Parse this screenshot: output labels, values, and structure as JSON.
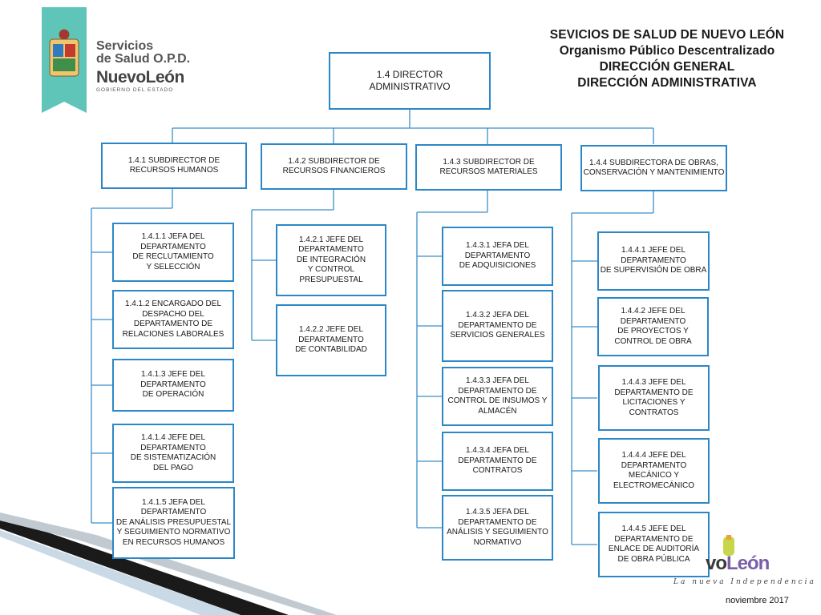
{
  "header": {
    "line1": "SEVICIOS DE SALUD DE NUEVO LEÓN",
    "line2": "Organismo Público Descentralizado",
    "line3": "DIRECCIÓN GENERAL",
    "line4": "DIRECCIÓN ADMINISTRATIVA"
  },
  "logo_top": {
    "line1": "Servicios",
    "line2": "de Salud O.P.D.",
    "line3": "NuevoLeón",
    "line4": "GOBIERNO DEL ESTADO"
  },
  "director": [
    "1.4 DIRECTOR",
    "ADMINISTRATIVO"
  ],
  "subdirectors": [
    [
      "1.4.1 SUBDIRECTOR DE",
      "RECURSOS HUMANOS"
    ],
    [
      "1.4.2 SUBDIRECTOR DE",
      "RECURSOS FINANCIEROS"
    ],
    [
      "1.4.3 SUBDIRECTOR DE",
      "RECURSOS MATERIALES"
    ],
    [
      "1.4.4 SUBDIRECTORA DE OBRAS,",
      "CONSERVACIÓN Y MANTENIMIENTO"
    ]
  ],
  "departments": [
    [
      [
        "1.4.1.1 JEFA DEL",
        "DEPARTAMENTO",
        "DE RECLUTAMIENTO",
        "Y SELECCIÓN"
      ],
      [
        "1.4.1.2 ENCARGADO DEL",
        "DESPACHO DEL",
        "DEPARTAMENTO DE",
        "RELACIONES LABORALES"
      ],
      [
        "1.4.1.3 JEFE DEL",
        "DEPARTAMENTO",
        "DE OPERACIÓN"
      ],
      [
        "1.4.1.4 JEFE DEL",
        "DEPARTAMENTO",
        "DE SISTEMATIZACIÓN",
        "DEL PAGO"
      ],
      [
        "1.4.1.5 JEFA DEL",
        "DEPARTAMENTO",
        "DE ANÁLISIS PRESUPUESTAL",
        "Y SEGUIMIENTO NORMATIVO",
        "EN RECURSOS HUMANOS"
      ]
    ],
    [
      [
        "1.4.2.1 JEFE DEL",
        "DEPARTAMENTO",
        "DE INTEGRACIÓN",
        "Y CONTROL",
        "PRESUPUESTAL"
      ],
      [
        "1.4.2.2 JEFE DEL",
        "DEPARTAMENTO",
        "DE CONTABILIDAD"
      ]
    ],
    [
      [
        "1.4.3.1 JEFA DEL",
        "DEPARTAMENTO",
        "DE ADQUISICIONES"
      ],
      [
        "1.4.3.2 JEFA DEL",
        "DEPARTAMENTO DE",
        "SERVICIOS GENERALES"
      ],
      [
        "1.4.3.3 JEFA DEL",
        "DEPARTAMENTO DE",
        "CONTROL DE INSUMOS Y",
        "ALMACÉN"
      ],
      [
        "1.4.3.4 JEFA DEL",
        "DEPARTAMENTO DE",
        "CONTRATOS"
      ],
      [
        "1.4.3.5 JEFA DEL",
        "DEPARTAMENTO DE",
        "ANÁLISIS Y SEGUIMIENTO",
        "NORMATIVO"
      ]
    ],
    [
      [
        "1.4.4.1 JEFE DEL",
        "DEPARTAMENTO",
        "DE SUPERVISIÓN DE OBRA"
      ],
      [
        "1.4.4.2 JEFE DEL",
        "DEPARTAMENTO",
        "DE PROYECTOS Y",
        "CONTROL DE OBRA"
      ],
      [
        "1.4.4.3 JEFE DEL",
        "DEPARTAMENTO DE",
        "LICITACIONES Y",
        "CONTRATOS"
      ],
      [
        "1.4.4.4 JEFE DEL",
        "DEPARTAMENTO",
        "MECÁNICO Y",
        "ELECTROMECÁNICO"
      ],
      [
        "1.4.4.5 JEFE DEL",
        "DEPARTAMENTO DE",
        "ENLACE DE AUDITORÍA",
        "DE OBRA PÚBLICA"
      ]
    ]
  ],
  "logo_bottom": {
    "text_a": "vo",
    "text_b": "León",
    "tagline": "La nueva Independencia"
  },
  "date": "noviembre 2017",
  "colors": {
    "box_border": "#2b87c7",
    "connector": "#3a8fc9",
    "ribbon": "#5fc5b8"
  }
}
